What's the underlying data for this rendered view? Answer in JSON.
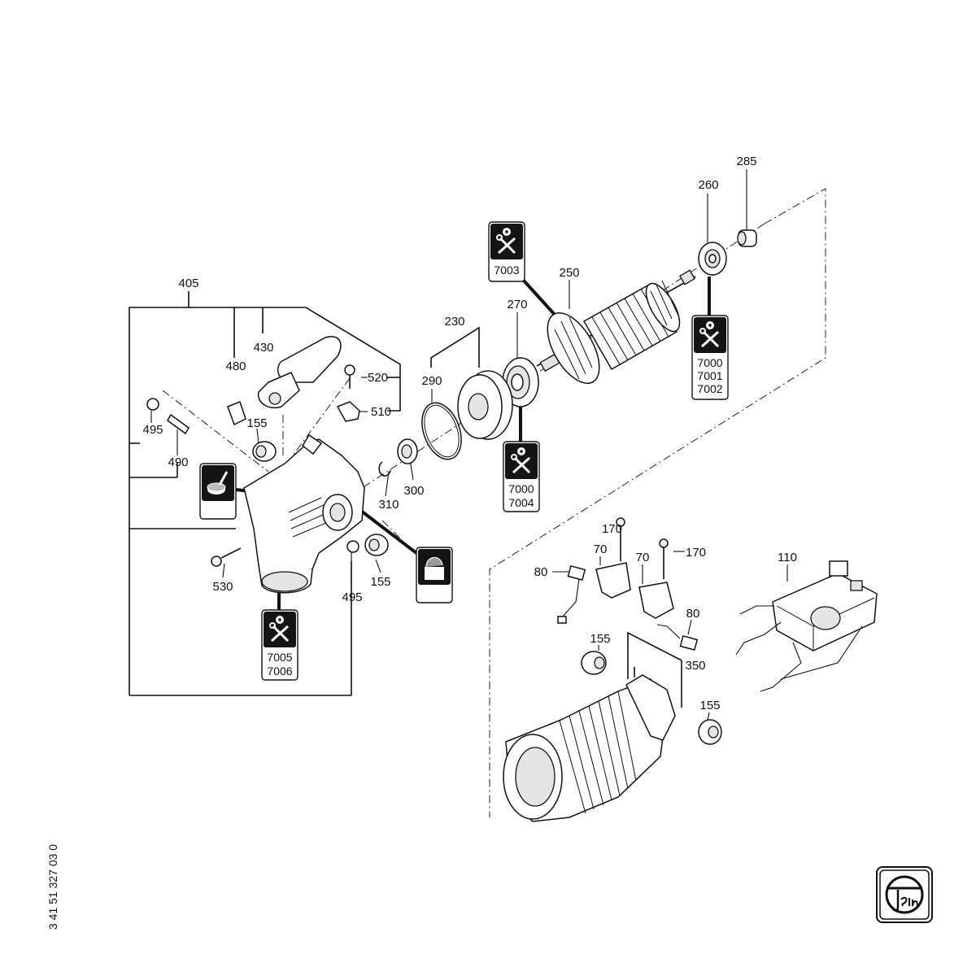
{
  "document_number": "3 41 51 327 03 0",
  "brand_logo": "Fein",
  "part_labels": {
    "p405": "405",
    "p430": "430",
    "p480": "480",
    "p520": "520",
    "p510": "510",
    "p155a": "155",
    "p495a": "495",
    "p490": "490",
    "p310": "310",
    "p300": "300",
    "p290": "290",
    "p230": "230",
    "p270": "270",
    "p250": "250",
    "p260": "260",
    "p285": "285",
    "p530": "530",
    "p155b": "155",
    "p495b": "495",
    "p170a": "170",
    "p170b": "170",
    "p70a": "70",
    "p70b": "70",
    "p80a": "80",
    "p80b": "80",
    "p110": "110",
    "p155c": "155",
    "p350": "350",
    "p155d": "155"
  },
  "tool_badges": [
    {
      "icon": "wrench-screwdriver-icon",
      "codes": [
        "7003"
      ]
    },
    {
      "icon": "wrench-screwdriver-icon",
      "codes": [
        "7000",
        "7001",
        "7002"
      ]
    },
    {
      "icon": "wrench-screwdriver-icon",
      "codes": [
        "7000",
        "7004"
      ]
    },
    {
      "icon": "wrench-screwdriver-icon",
      "codes": [
        "7005",
        "7006"
      ]
    },
    {
      "icon": "grease-brush-icon",
      "codes": []
    },
    {
      "icon": "grease-tub-icon",
      "codes": []
    }
  ]
}
